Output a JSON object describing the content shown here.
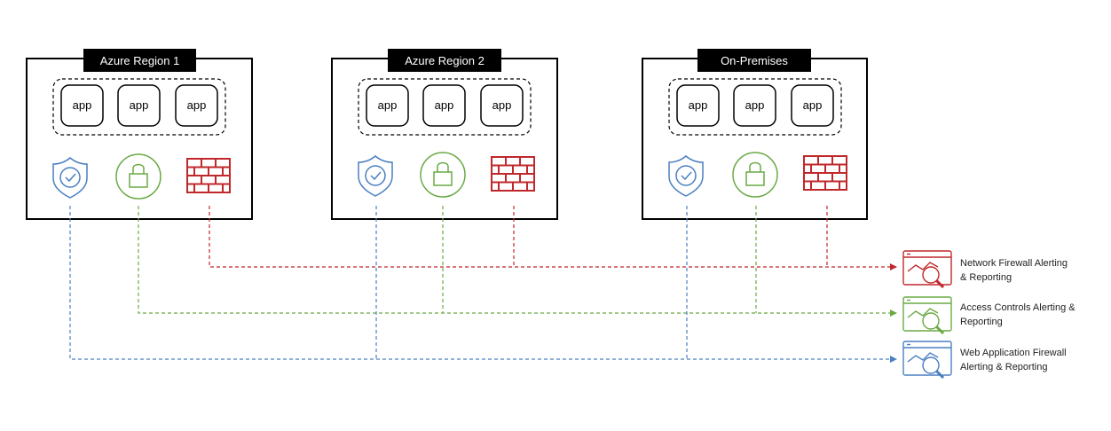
{
  "diagram": {
    "regions": [
      {
        "id": "azure-region-1",
        "label": "Azure Region 1",
        "apps": [
          "app",
          "app",
          "app"
        ]
      },
      {
        "id": "azure-region-2",
        "label": "Azure Region 2",
        "apps": [
          "app",
          "app",
          "app"
        ]
      },
      {
        "id": "on-premises",
        "label": "On-Premises",
        "apps": [
          "app",
          "app",
          "app"
        ]
      }
    ],
    "outputs": [
      {
        "id": "network-firewall",
        "lines": [
          "Network  Firewall Alerting",
          "& Reporting"
        ],
        "icon": "firewall-report-icon"
      },
      {
        "id": "access-controls",
        "lines": [
          "Access Controls Alerting &",
          "Reporting"
        ],
        "icon": "access-report-icon"
      },
      {
        "id": "web-app-firewall",
        "lines": [
          "Web Application Firewall",
          "Alerting & Reporting"
        ],
        "icon": "waf-report-icon"
      }
    ],
    "colors": {
      "waf": "#4a7fc1",
      "access": "#6aaa45",
      "firewall": "#c0282b",
      "border": "#000000",
      "label_bg": "#000000"
    }
  }
}
